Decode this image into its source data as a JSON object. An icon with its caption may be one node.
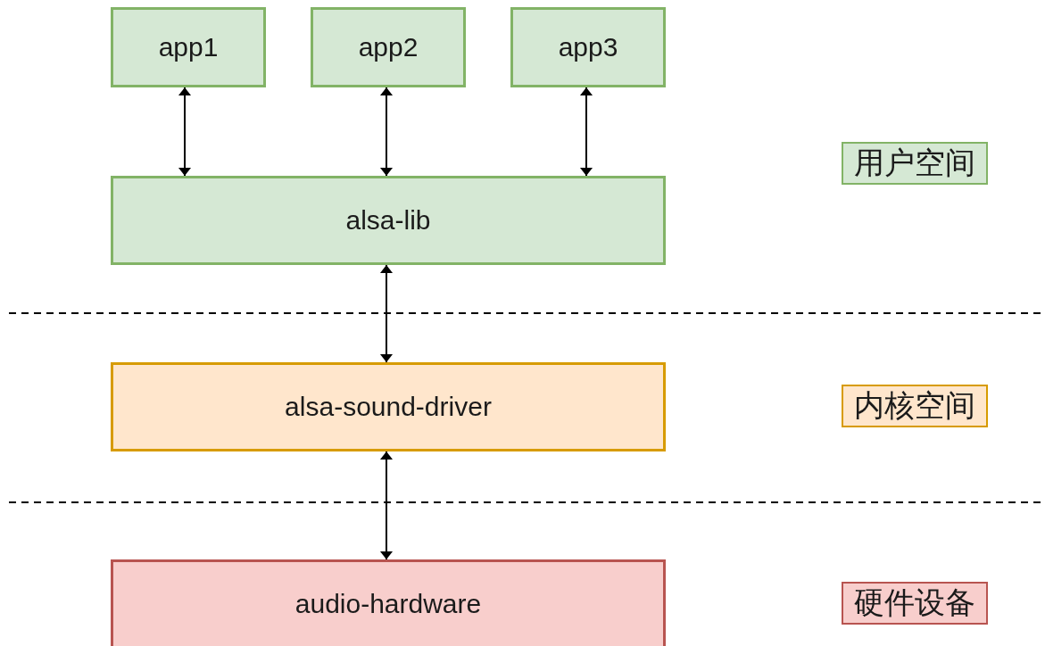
{
  "diagram": {
    "nodes": [
      {
        "text": [
          "app1"
        ]
      },
      {
        "text": [
          "app2"
        ]
      },
      {
        "text": [
          "app3"
        ]
      },
      {
        "text": [
          "alsa-lib"
        ]
      },
      {
        "text": [
          "alsa-sound-driver"
        ]
      },
      {
        "text": [
          "audio-hardware"
        ]
      },
      {
        "text": [
          "用户空间"
        ]
      },
      {
        "text": [
          "内核空间"
        ]
      },
      {
        "text": [
          "硬件设备"
        ]
      }
    ],
    "edges": [
      {
        "from": 0,
        "to": 3,
        "arrow": "both"
      },
      {
        "from": 1,
        "to": 3,
        "arrow": "both"
      },
      {
        "from": 2,
        "to": 3,
        "arrow": "both"
      },
      {
        "from": 3,
        "to": 4,
        "arrow": "both"
      },
      {
        "from": 4,
        "to": 5,
        "arrow": "both"
      }
    ]
  }
}
